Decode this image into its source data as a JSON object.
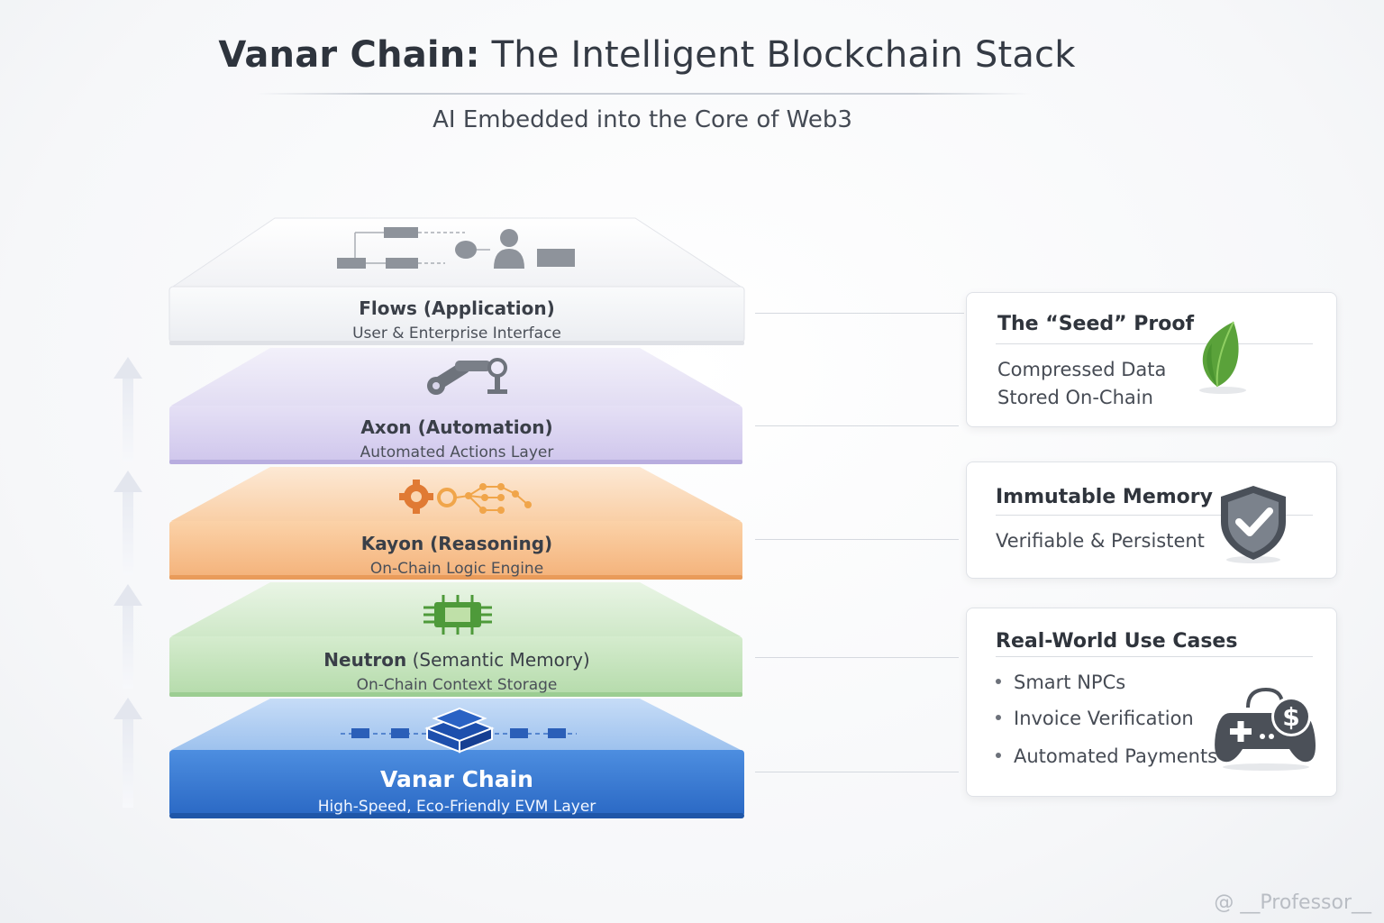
{
  "header": {
    "title_bold": "Vanar Chain:",
    "title_rest": " The Intelligent Blockchain Stack",
    "subtitle": "AI Embedded into the Core of Web3"
  },
  "layers": [
    {
      "name": "Flows (Application)",
      "desc": "User & Enterprise Interface",
      "color": "#f3f4f7"
    },
    {
      "name": "Axon (Automation)",
      "desc": "Automated Actions Layer",
      "color": "#d9d3ef"
    },
    {
      "name": "Kayon (Reasoning)",
      "desc": "On-Chain Logic Engine",
      "color": "#f6c08c"
    },
    {
      "name_bold": "Neutron",
      "name_rest": " (Semantic Memory)",
      "desc": "On-Chain Context Storage",
      "color": "#bfe0b8"
    },
    {
      "name": "Vanar Chain",
      "desc": "High-Speed, Eco-Friendly EVM Layer",
      "color": "#3e7fd6"
    }
  ],
  "cards": {
    "seed": {
      "title": "The “Seed” Proof",
      "line1": "Compressed Data",
      "line2": "Stored On-Chain",
      "icon": "leaf-icon"
    },
    "memory": {
      "title": "Immutable Memory",
      "text": "Verifiable & Persistent",
      "icon": "shield-check-icon"
    },
    "usecases": {
      "title": "Real-World Use Cases",
      "items": [
        "Smart NPCs",
        "Invoice Verification",
        "Automated Payments"
      ],
      "icon": "gamepad-dollar-icon"
    }
  },
  "watermark": "@ __Professor__"
}
